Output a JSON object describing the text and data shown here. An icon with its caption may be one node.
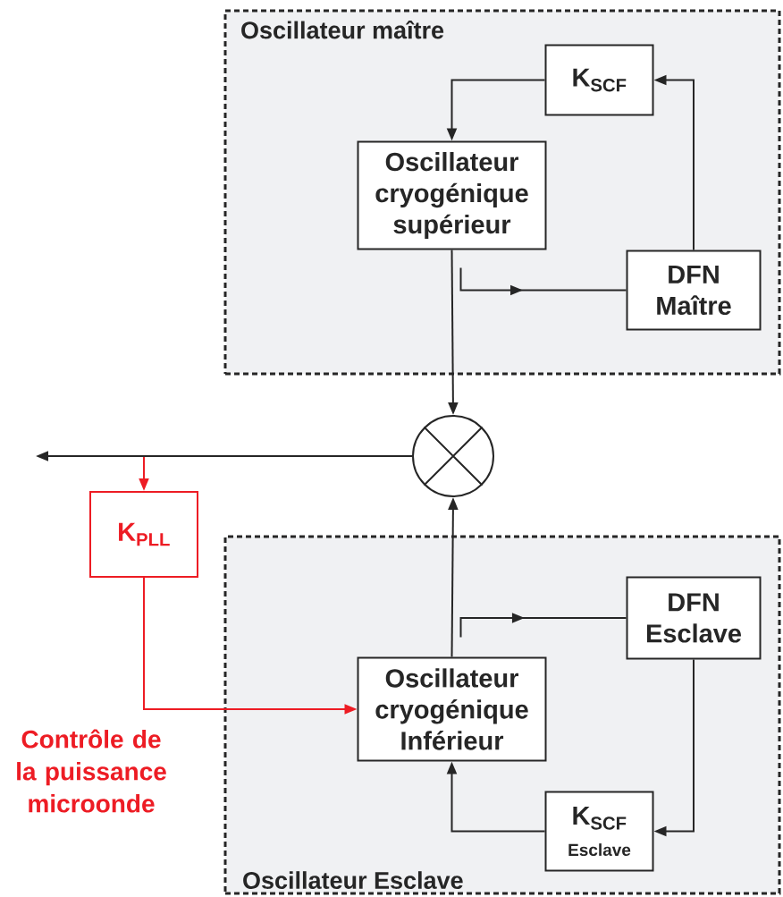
{
  "diagram": {
    "nodes": [
      {
        "text": [
          "Oscillateur maître"
        ]
      },
      {
        "text": [
          "K$_{SCF}$"
        ],
        "in": 0
      },
      {
        "text": [
          "Oscillateur cryogénique supérieur"
        ],
        "in": 0
      },
      {
        "text": [
          "DFN Maître"
        ],
        "in": 0
      },
      {
        "text": [],
        "shape": "circle"
      },
      {
        "text": [
          "K$_{PLL}$"
        ]
      },
      {
        "text": [
          "Oscillateur Esclave"
        ]
      },
      {
        "text": [
          "DFN Esclave"
        ],
        "in": 6
      },
      {
        "text": [
          "Oscillateur cryogénique Inférieur"
        ],
        "in": 6
      },
      {
        "text": [
          "K$_{SCF}$",
          "Esclave"
        ],
        "in": 6
      }
    ],
    "edges": [
      {
        "from": 1,
        "to": 2,
        "arrow": "to"
      },
      {
        "from": 3,
        "to": 1,
        "arrow": "to"
      },
      {
        "from": 2,
        "to": 3,
        "arrow": "to"
      },
      {
        "from": 2,
        "to": 4,
        "arrow": "to"
      },
      {
        "from": 8,
        "to": 4,
        "arrow": "to"
      },
      {
        "from": 4,
        "to": null,
        "arrow": "to"
      },
      {
        "from": 4,
        "to": 5,
        "arrow": "to",
        "color": "#ed1c24"
      },
      {
        "from": 5,
        "to": 8,
        "arrow": "to",
        "color": "#ed1c24"
      },
      {
        "from": 8,
        "to": 7,
        "arrow": "to"
      },
      {
        "from": 7,
        "to": 9,
        "arrow": "to"
      },
      {
        "from": 9,
        "to": 8,
        "arrow": "to"
      }
    ],
    "labels": [
      "Contrôle de la puissance microonde"
    ]
  }
}
